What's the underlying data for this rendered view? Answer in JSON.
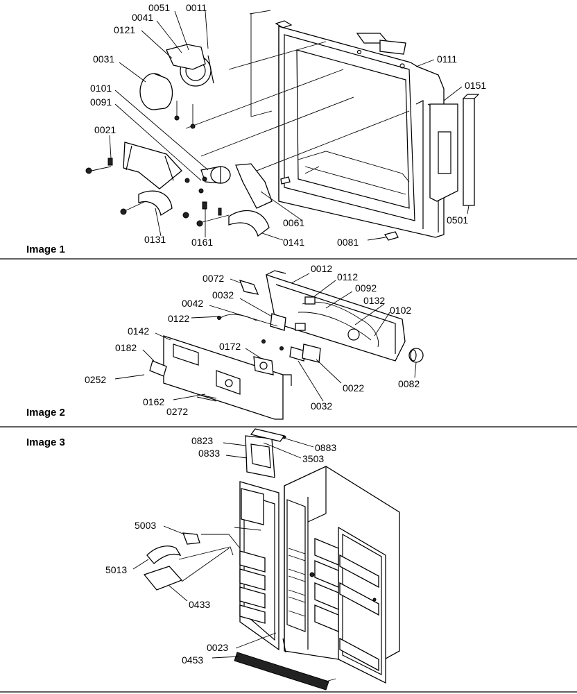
{
  "sections": [
    {
      "title": "Image 1",
      "callouts": [
        "0051",
        "0011",
        "0041",
        "0121",
        "0031",
        "0111",
        "0151",
        "0101",
        "0091",
        "0021",
        "0061",
        "0501",
        "0131",
        "0161",
        "0141",
        "0081"
      ]
    },
    {
      "title": "Image 2",
      "callouts": [
        "0072",
        "0012",
        "0112",
        "0092",
        "0032",
        "0042",
        "0132",
        "0122",
        "0102",
        "0142",
        "0172",
        "0182",
        "0022",
        "0252",
        "0032",
        "0082",
        "0162",
        "0272"
      ]
    },
    {
      "title": "Image 3",
      "callouts": [
        "0823",
        "0883",
        "0833",
        "3503",
        "5003",
        "5013",
        "0433",
        "0023",
        "0453"
      ]
    }
  ]
}
